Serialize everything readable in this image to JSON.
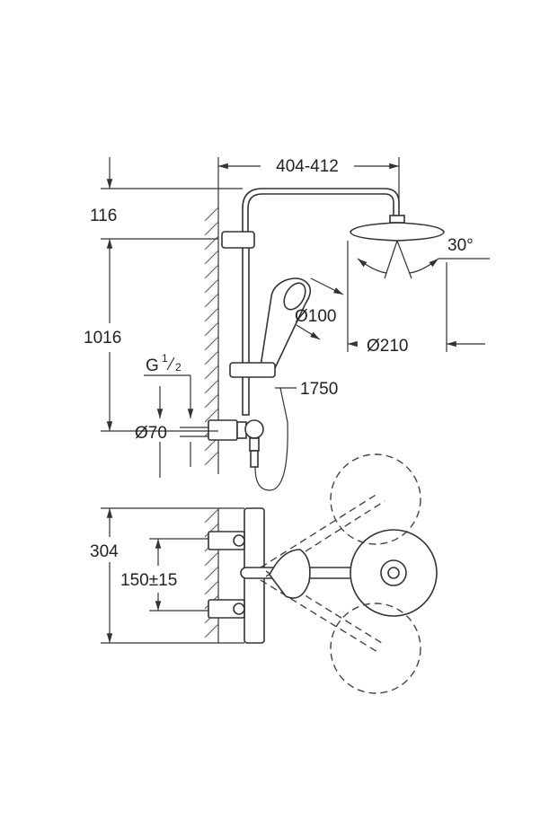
{
  "dimensions": {
    "width_range": "404-412",
    "top_offset": "116",
    "height": "1016",
    "thread_g": "G",
    "thread_num": "1",
    "thread_den": "2",
    "diameter_70": "Ø70",
    "head_angle": "30°",
    "hand_shower_diameter": "Ø100",
    "head_diameter": "Ø210",
    "hose_length": "1750",
    "bottom_height": "304",
    "valve_spacing": "150±15"
  }
}
